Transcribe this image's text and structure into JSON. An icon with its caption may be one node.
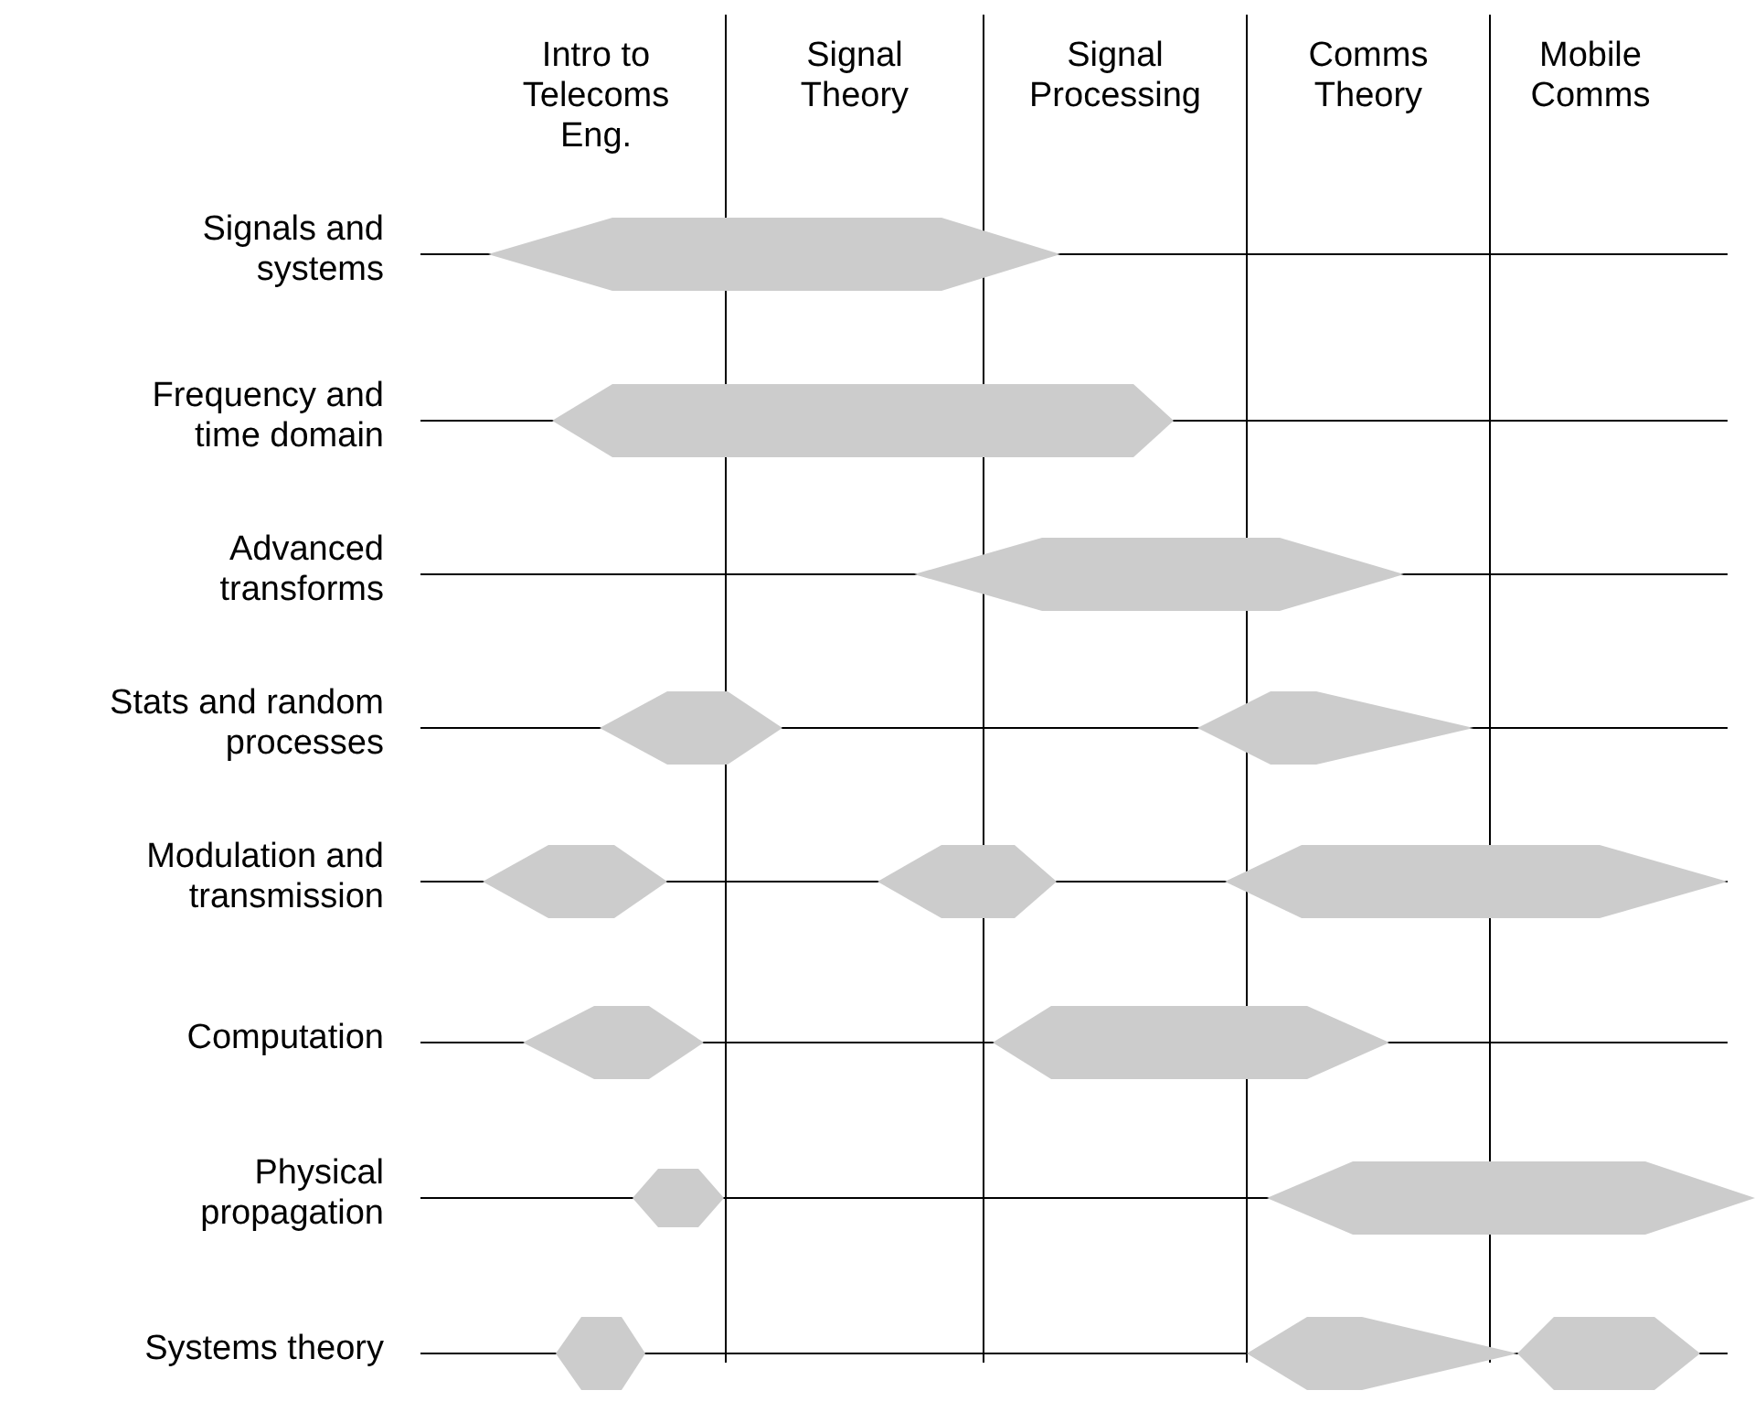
{
  "diagram": {
    "labels": [
      "Intro to Telecoms Eng.",
      "Signal Theory",
      "Signal Processing",
      "Comms Theory",
      "Mobile Comms",
      "Signals and systems",
      "Frequency and time domain",
      "Advanced transforms",
      "Stats and random processes",
      "Modulation and transmission",
      "Computation",
      "Physical propagation",
      "Systems theory"
    ]
  }
}
